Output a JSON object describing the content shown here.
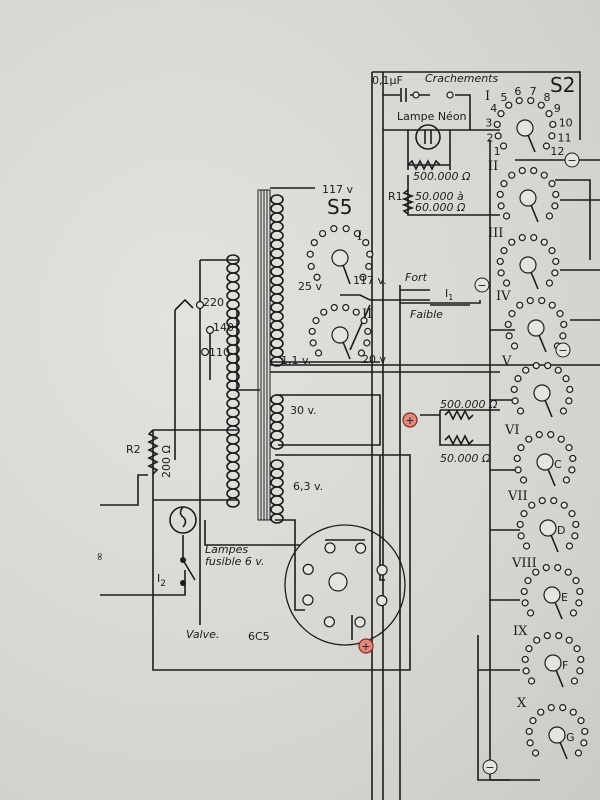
{
  "s2": {
    "title": "S2",
    "capacitor": "0,1µF",
    "crachements": "Crachements",
    "lamp": "Lampe Néon",
    "res_top": "500.000 Ω",
    "r1": "R1",
    "r1_v1": "50.000 à",
    "r1_v2": "60.000 Ω",
    "wafers": [
      "I",
      "II",
      "III",
      "IV",
      "V",
      "VI",
      "VII",
      "VIII",
      "IX",
      "X"
    ],
    "pins": [
      "1",
      "2",
      "3",
      "4",
      "5",
      "6",
      "7",
      "8",
      "9",
      "10",
      "11",
      "12"
    ],
    "letters": [
      "C",
      "D",
      "E",
      "F",
      "G"
    ]
  },
  "s5": {
    "title": "S5",
    "top": "117 v",
    "wafer1": "I",
    "wafer2": "II",
    "v25": "25 v",
    "v117": "117 v.",
    "v11": "1,1 v.",
    "v20": "20 v"
  },
  "switch_i1": {
    "label": "I",
    "sub": "1",
    "fort": "Fort",
    "faible": "Faible"
  },
  "primary": {
    "t220": "220",
    "t140": "140",
    "t110": "110"
  },
  "secondary": {
    "v30": "30 v.",
    "v63": "6,3 v."
  },
  "r2": {
    "label": "R2",
    "value": "200 Ω"
  },
  "lamp_fuse": {
    "l1": "Lampes",
    "l2": "fusible 6 v."
  },
  "i2": {
    "label": "I",
    "sub": "2"
  },
  "valve": {
    "label": "Valve.",
    "type": "6C5"
  },
  "right_res": {
    "r1": "500.000 Ω",
    "r2": "50.000 Ω"
  },
  "terminals": {
    "plus": "+",
    "minus": "−"
  },
  "colors": {
    "ink": "#1c1c1c",
    "paper": "#d9d9d5",
    "terminal_plus": "#e08a80"
  }
}
